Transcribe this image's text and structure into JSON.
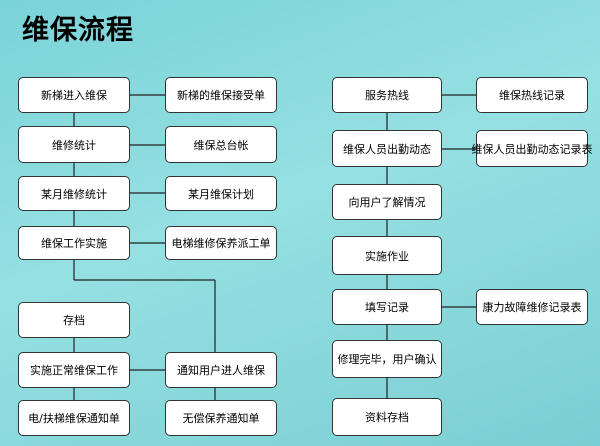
{
  "title": "维保流程",
  "left": {
    "n1": "新梯进入维保",
    "n1b": "新梯的维保接受单",
    "n2": "维修统计",
    "n2b": "维保总台帐",
    "n3": "某月维修统计",
    "n3b": "某月维保计划",
    "n4": "维保工作实施",
    "n4b": "电梯维修保养派工单",
    "n5": "存档",
    "n6": "实施正常维保工作",
    "n6b": "通知用户进人维保",
    "n7": "电/扶梯维保通知单",
    "n7b": "无偿保养通知单"
  },
  "right": {
    "r1": "服务热线",
    "r1b": "维保热线记录",
    "r2": "维保人员出勤动态",
    "r2b": "维保人员出勤动态记录表",
    "r3": "向用户了解情况",
    "r4": "实施作业",
    "r5": "填写记录",
    "r5b": "康力故障维修记录表",
    "r6": "修理完毕，用户确认",
    "r7": "资料存档"
  }
}
